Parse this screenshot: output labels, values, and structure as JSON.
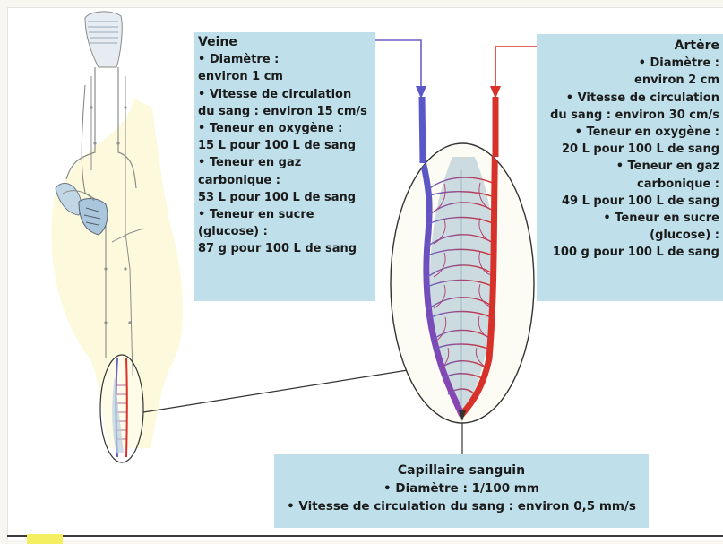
{
  "veine": {
    "title": "Veine",
    "lines": [
      "• Diamètre :",
      "environ 1 cm",
      "• Vitesse de circulation",
      "du sang : environ 15 cm/s",
      "• Teneur en oxygène :",
      "15 L pour 100 L de sang",
      "• Teneur en gaz",
      "carbonique :",
      "53 L pour 100 L de sang",
      "• Teneur en sucre",
      "(glucose) :",
      "87 g pour 100 L de sang"
    ]
  },
  "artere": {
    "title": "Artère",
    "lines": [
      "• Diamètre :",
      "environ 2 cm",
      "• Vitesse de circulation",
      "du sang : environ 30 cm/s",
      "• Teneur en oxygène :",
      "20 L pour 100 L de sang",
      "• Teneur en gaz",
      "carbonique :",
      "49 L pour 100 L de sang",
      "• Teneur en sucre",
      "(glucose) :",
      "100 g pour 100 L de sang"
    ]
  },
  "capillaire": {
    "title": "Capillaire sanguin",
    "lines": [
      "• Diamètre : 1/100 mm",
      "• Vitesse de circulation du sang : environ 0,5 mm/s"
    ]
  },
  "colors": {
    "vein": "#6a5fc8",
    "artery": "#d8312a",
    "box": "#bfe0ea",
    "body_fill": "#fdf9dc"
  }
}
